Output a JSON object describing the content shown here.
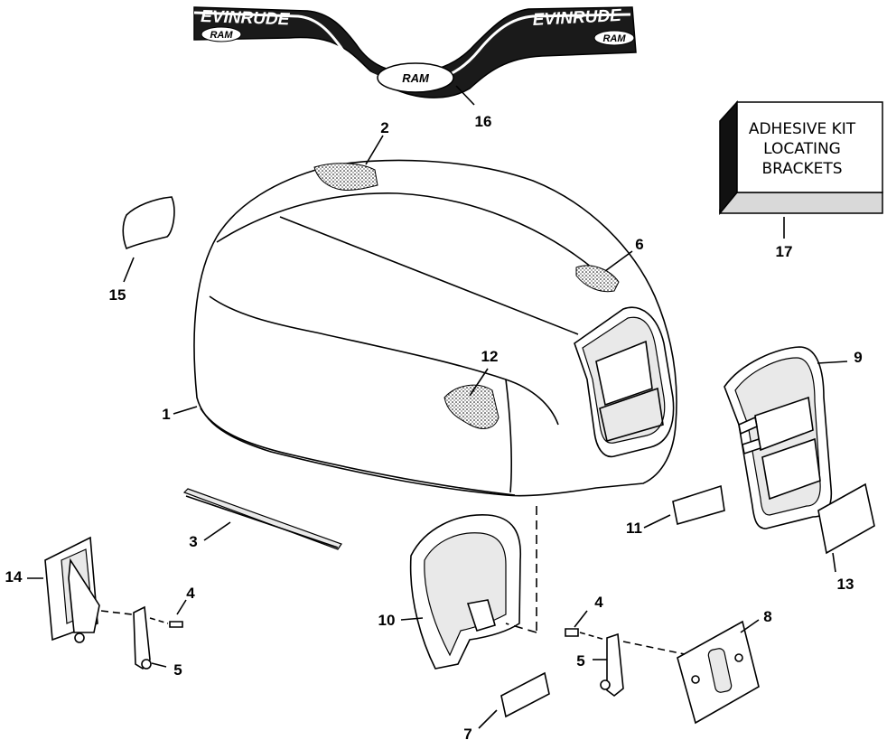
{
  "decal": {
    "brand_left": "EVINRUDE",
    "brand_right": "EVINRUDE",
    "badge_left": "RAM",
    "badge_right": "RAM",
    "badge_center": "RAM"
  },
  "kit_box": {
    "lines": [
      "ADHESIVE KIT",
      "LOCATING",
      "BRACKETS"
    ]
  },
  "callouts": {
    "c1": "1",
    "c2": "2",
    "c3": "3",
    "c4a": "4",
    "c4b": "4",
    "c5a": "5",
    "c5b": "5",
    "c6": "6",
    "c7": "7",
    "c8": "8",
    "c9": "9",
    "c10": "10",
    "c11": "11",
    "c12": "12",
    "c13": "13",
    "c14": "14",
    "c15": "15",
    "c16": "16",
    "c17": "17"
  },
  "colors": {
    "line": "#000000",
    "background": "#ffffff",
    "decal_dark": "#1a1a1a",
    "texture": "#cfcfcf"
  }
}
